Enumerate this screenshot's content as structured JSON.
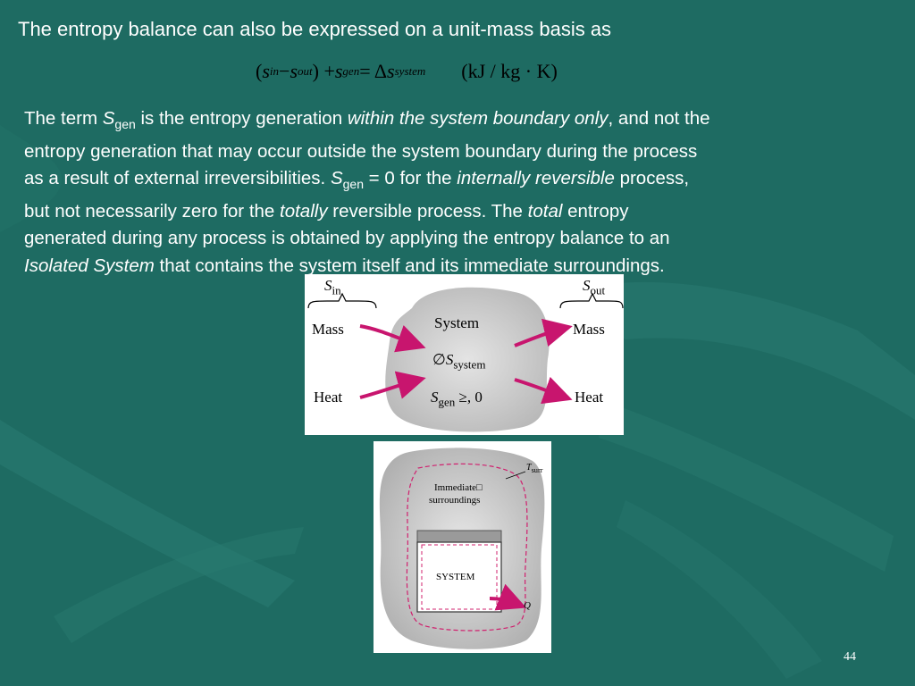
{
  "slide": {
    "heading": "The entropy balance can also be expressed on a unit-mass basis as",
    "equation": {
      "open_paren": "(",
      "s1": "s",
      "sub_in": "in",
      "minus": " − ",
      "s2": "s",
      "sub_out": "out",
      "close_plus": ") + ",
      "s3": "s",
      "sub_gen": "gen",
      "equals_delta": " = Δ",
      "s4": "s",
      "sub_system": "system",
      "units": "(kJ / kg · K)"
    },
    "paragraph": {
      "l1_a": "The term ",
      "l1_S": "S",
      "l1_sub": "gen",
      "l1_b": " is the entropy generation ",
      "l1_i": "within the system boundary only",
      "l1_c": ", and not the",
      "l2": "entropy generation that may occur outside the system boundary during the process",
      "l3_a": "as a result of external irreversibilities.  ",
      "l3_S": "S",
      "l3_sub": "gen",
      "l3_b": " = 0 for the ",
      "l3_i": "internally reversible",
      "l3_c": " process,",
      "l4_a": "but not necessarily zero for the ",
      "l4_i1": "totally",
      "l4_b": " reversible process.  The ",
      "l4_i2": "total",
      "l4_c": " entropy",
      "l5": "generated during any process is obtained by applying the entropy balance to an",
      "l6_i": "Isolated System",
      "l6_a": " that contains the system itself and its immediate surroundings."
    },
    "figure1": {
      "s_in_S": "S",
      "s_in_sub": "in",
      "s_out_S": "S",
      "s_out_sub": "out",
      "mass_left": "Mass",
      "heat_left": "Heat",
      "mass_right": "Mass",
      "heat_right": "Heat",
      "system": "System",
      "delta_prefix": "∅",
      "delta_S": "S",
      "delta_sub": "system",
      "gen_S": "S",
      "gen_sub": "gen",
      "gen_suffix": " ≥, 0"
    },
    "figure2": {
      "t_T": "T",
      "t_sub": "surr",
      "immediate_l1": "Immediate□",
      "immediate_l2": "surroundings",
      "system": "SYSTEM",
      "q": "Q"
    },
    "page_number": "44"
  },
  "colors": {
    "background": "#1e6b62",
    "text": "#ffffff",
    "arrow": "#c8156e",
    "blob": "#d0d0d0"
  }
}
